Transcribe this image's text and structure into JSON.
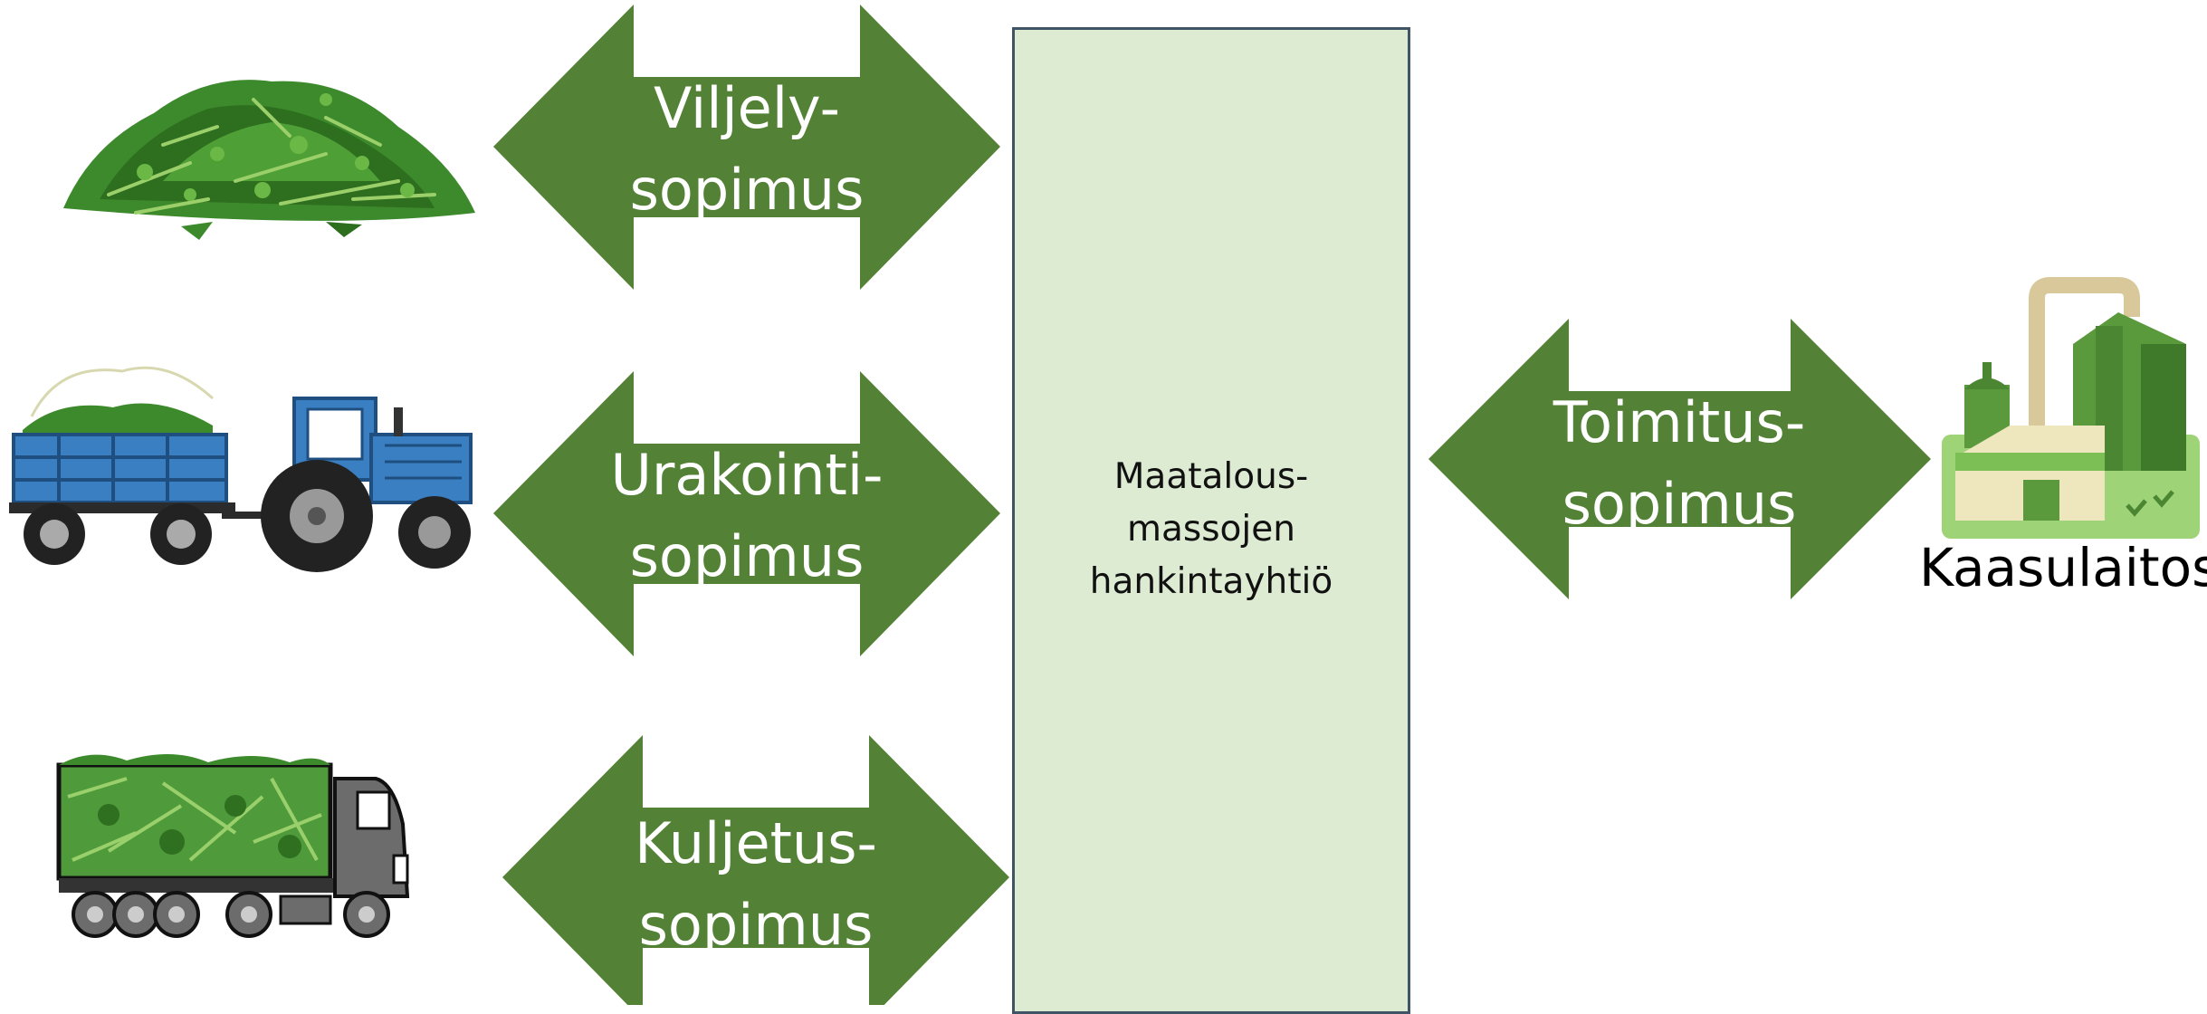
{
  "arrows": {
    "farming": [
      "Viljely-",
      "sopimus"
    ],
    "contracting": [
      "Urakointi-",
      "sopimus"
    ],
    "transport": [
      "Kuljetus-",
      "sopimus"
    ],
    "delivery": [
      "Toimitus-",
      "sopimus"
    ]
  },
  "hub": {
    "lines": [
      "Maatalous-",
      "massojen",
      "hankintayhtiö"
    ]
  },
  "plant": {
    "label": "Kaasulaitos"
  },
  "icons": [
    "grass-pile-icon",
    "tractor-trailer-icon",
    "truck-trailer-icon",
    "biogas-plant-icon"
  ],
  "colors": {
    "arrow": "#538135",
    "hub_fill": "#dcebd2",
    "hub_border": "#3f5566"
  }
}
